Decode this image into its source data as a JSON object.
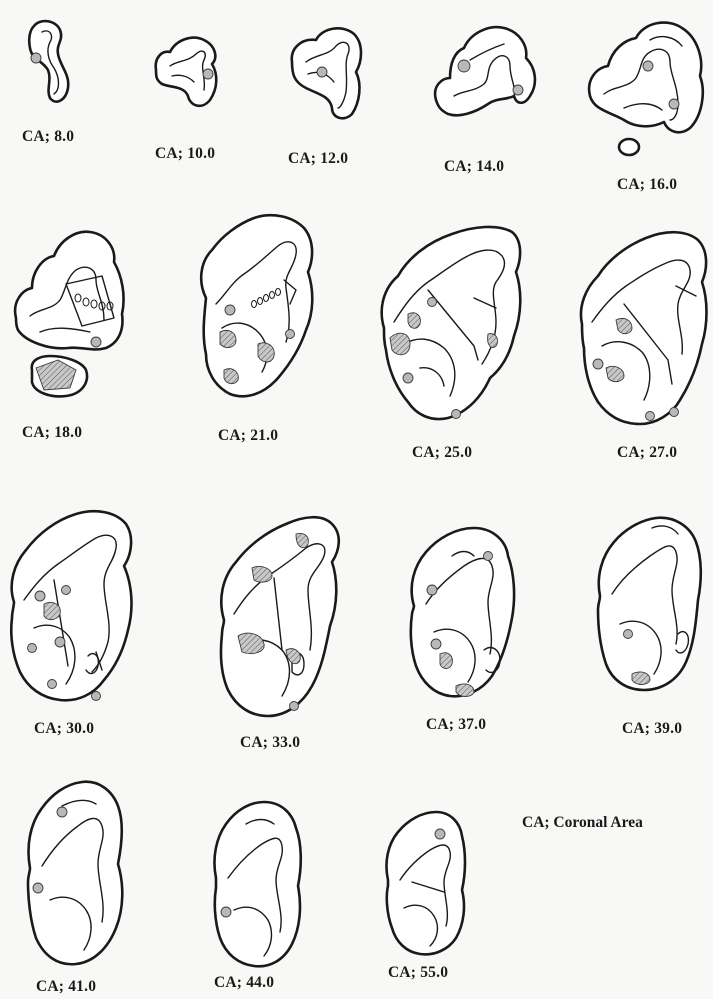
{
  "figure": {
    "legend": "CA; Coronal Area",
    "colors": {
      "background": "#f8f8f6",
      "outline": "#1a1a1a",
      "lesion": "#b8b8b8"
    },
    "sections": [
      {
        "id": "s8",
        "label": "CA; 8.0"
      },
      {
        "id": "s10",
        "label": "CA; 10.0"
      },
      {
        "id": "s12",
        "label": "CA; 12.0"
      },
      {
        "id": "s14",
        "label": "CA; 14.0"
      },
      {
        "id": "s16",
        "label": "CA; 16.0"
      },
      {
        "id": "s18",
        "label": "CA; 18.0"
      },
      {
        "id": "s21",
        "label": "CA; 21.0"
      },
      {
        "id": "s25",
        "label": "CA; 25.0"
      },
      {
        "id": "s27",
        "label": "CA; 27.0"
      },
      {
        "id": "s30",
        "label": "CA; 30.0"
      },
      {
        "id": "s33",
        "label": "CA; 33.0"
      },
      {
        "id": "s37",
        "label": "CA; 37.0"
      },
      {
        "id": "s39",
        "label": "CA; 39.0"
      },
      {
        "id": "s41",
        "label": "CA; 41.0"
      },
      {
        "id": "s44",
        "label": "CA; 44.0"
      },
      {
        "id": "s55",
        "label": "CA; 55.0"
      }
    ]
  }
}
